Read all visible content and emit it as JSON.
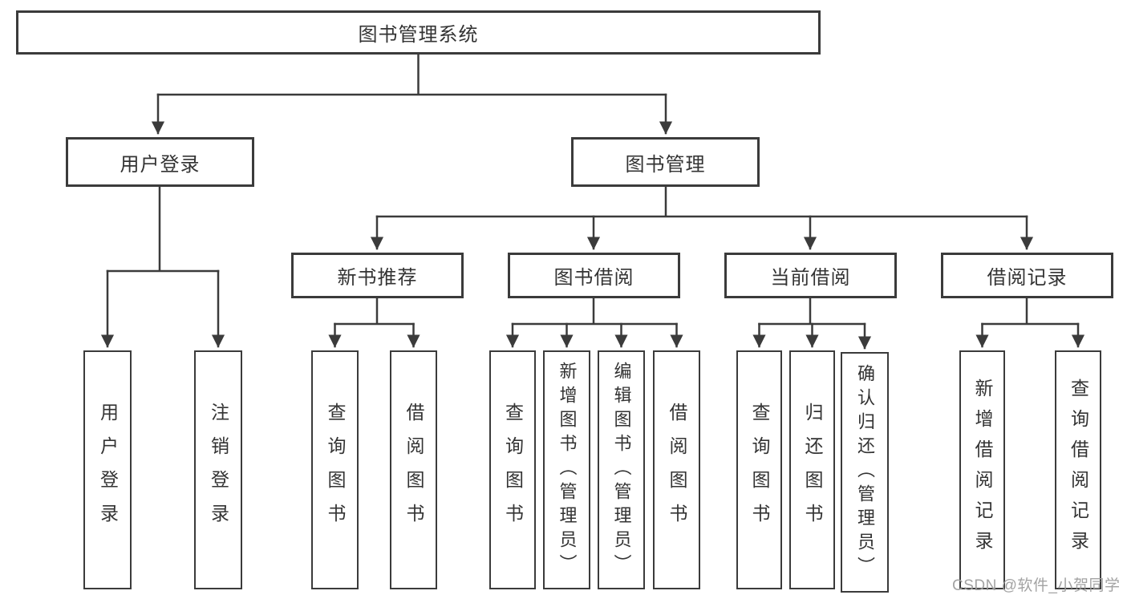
{
  "root": {
    "label": "图书管理系统"
  },
  "branches": {
    "user_login": {
      "label": "用户登录"
    },
    "book_management": {
      "label": "图书管理"
    }
  },
  "modules": {
    "new_book_recommend": {
      "label": "新书推荐"
    },
    "book_borrow": {
      "label": "图书借阅"
    },
    "current_borrow": {
      "label": "当前借阅"
    },
    "borrow_records": {
      "label": "借阅记录"
    }
  },
  "functions": {
    "user_login": {
      "user_login": "用户登录",
      "logout": "注销登录"
    },
    "new_book_recommend": {
      "query_book": "查询图书",
      "borrow_book": "借阅图书"
    },
    "book_borrow": {
      "query_book": "查询图书",
      "add_book": "新增图书（管理员）",
      "edit_book": "编辑图书（管理员）",
      "borrow_book": "借阅图书"
    },
    "current_borrow": {
      "query_book": "查询图书",
      "return_book": "归还图书",
      "confirm_return": "确认归还（管理员）"
    },
    "borrow_records": {
      "add_record": "新增借阅记录",
      "query_record": "查询借阅记录"
    }
  },
  "watermark": {
    "text": "CSDN @软件_小贺同学"
  },
  "colors": {
    "line": "#3b3b3b",
    "box_border": "#3b3b3b",
    "text": "#333333",
    "background": "#ffffff",
    "watermark": "#9e9e9e"
  }
}
